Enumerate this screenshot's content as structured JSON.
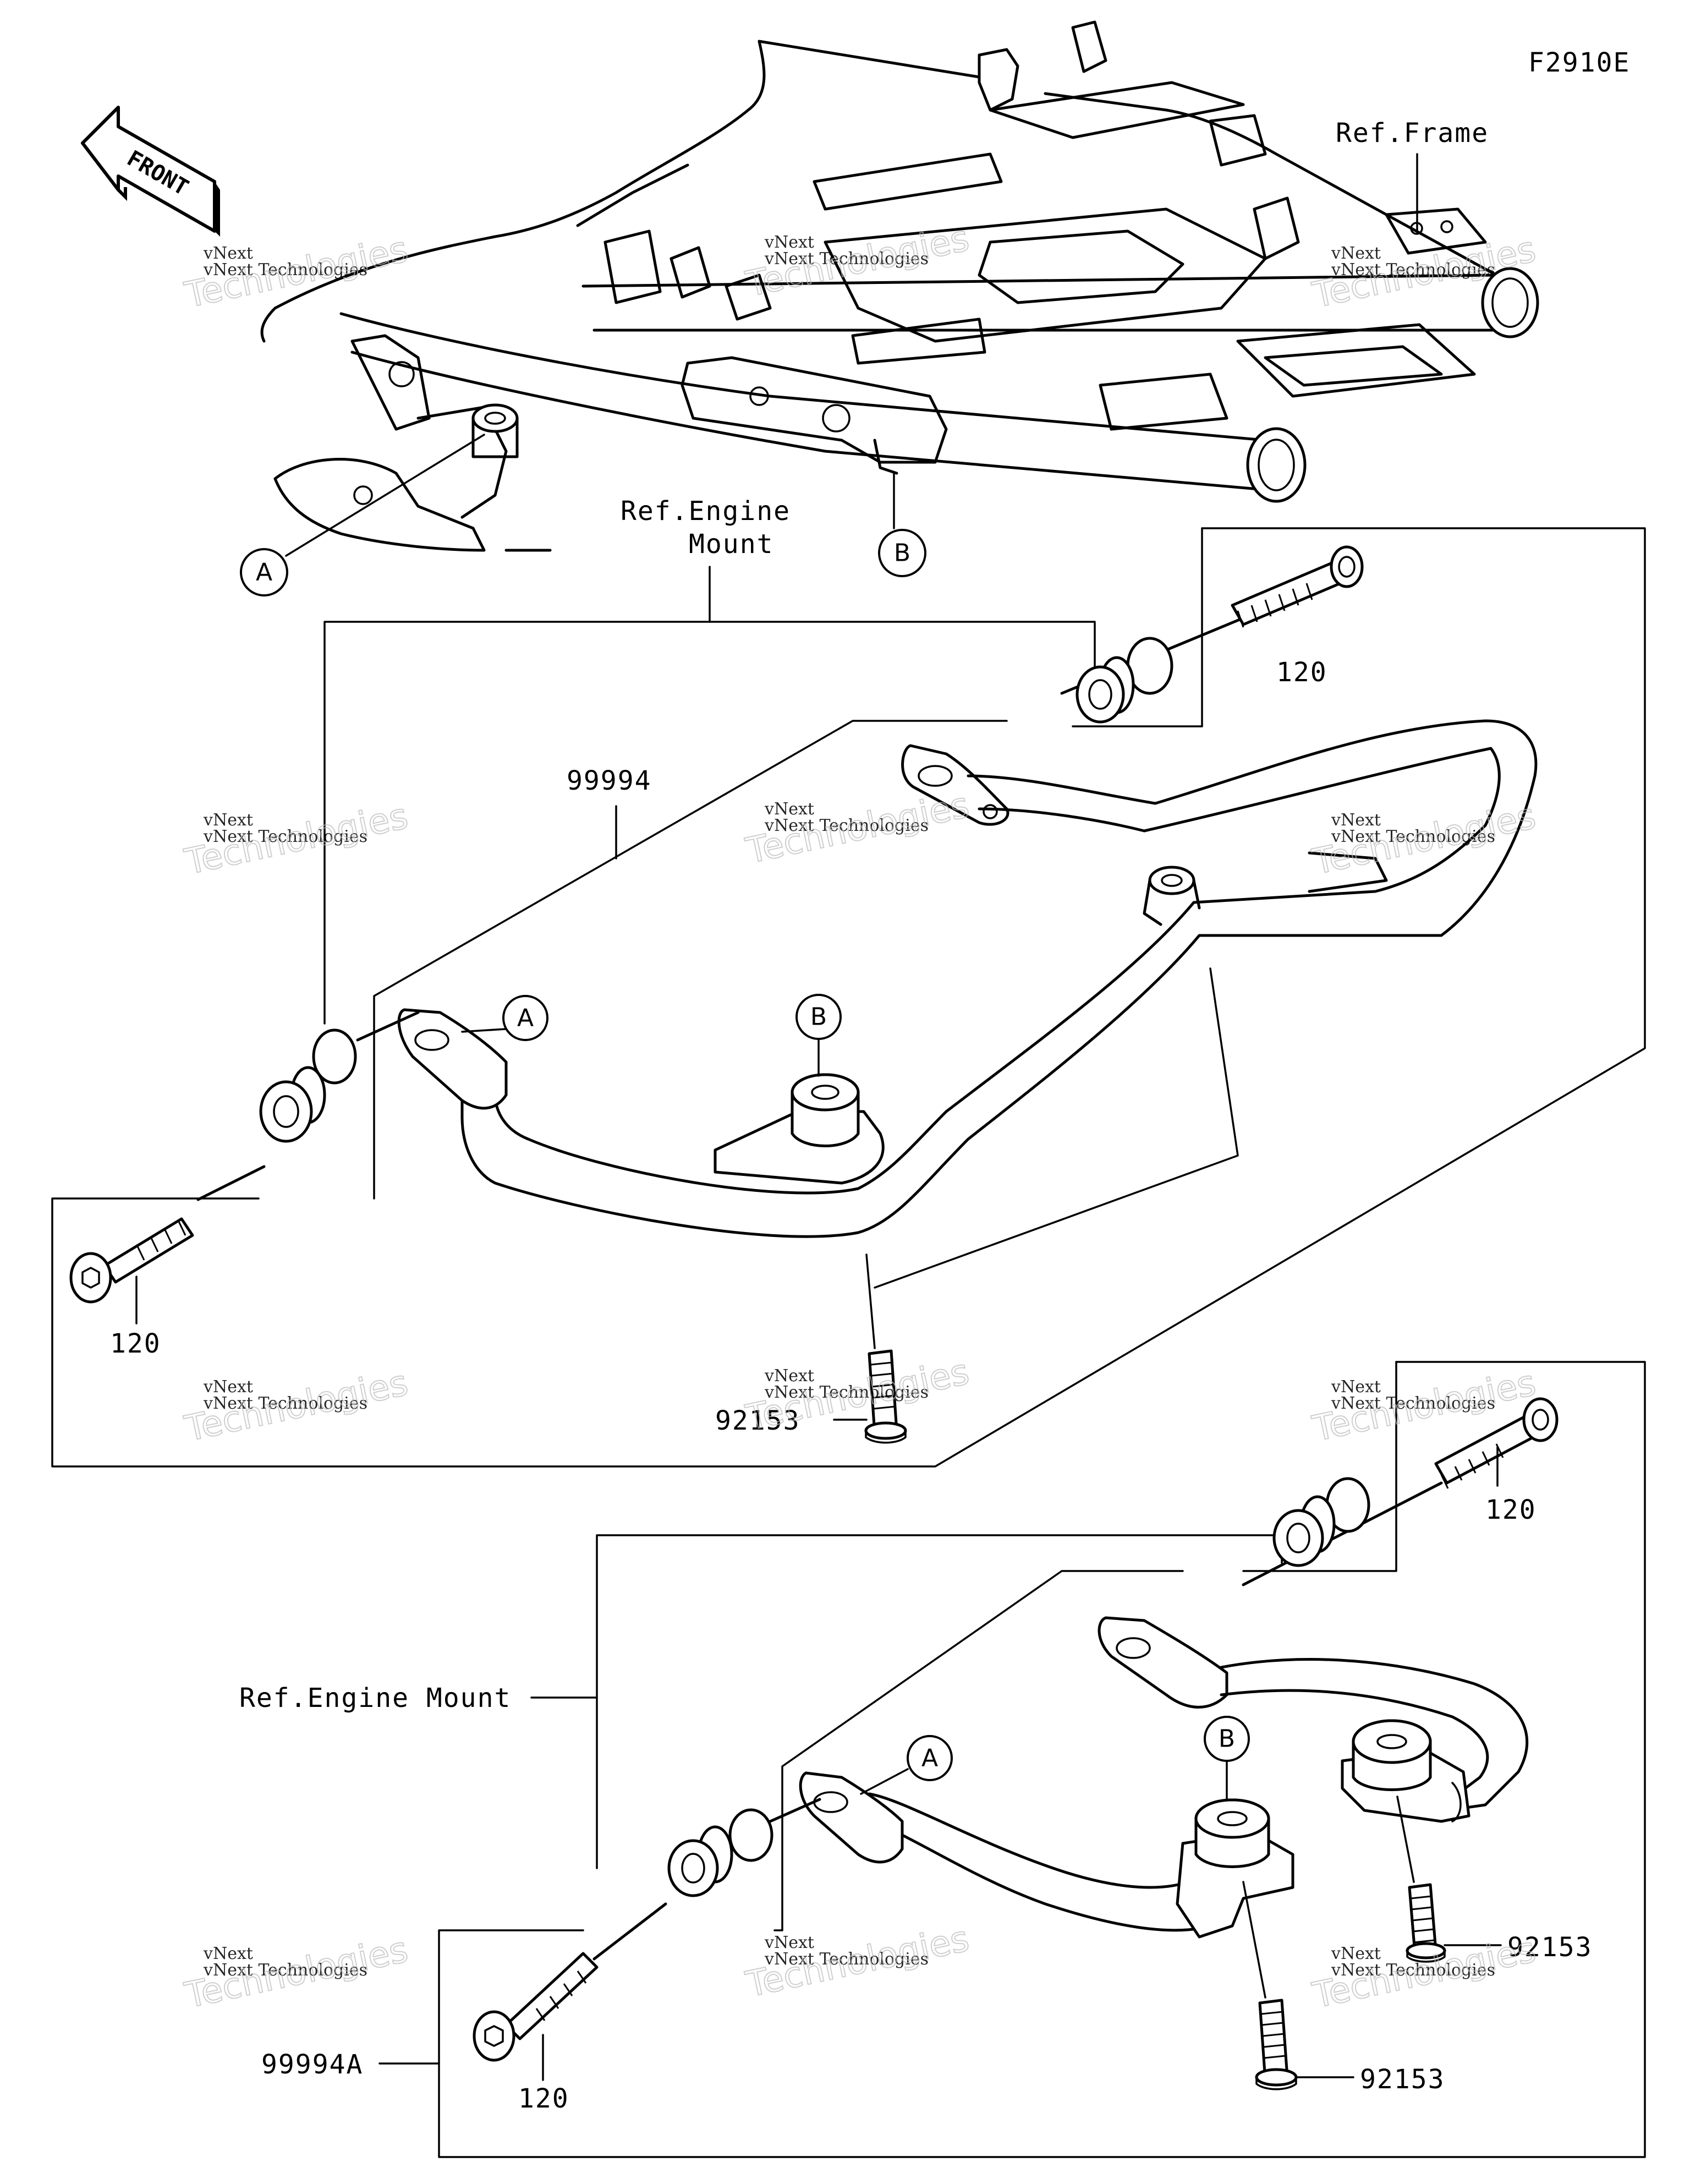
{
  "figure_code": "F2910E",
  "orientation": {
    "front_label": "FRONT"
  },
  "references": {
    "frame": "Ref.Frame",
    "engine_mount_top_line1": "Ref.Engine",
    "engine_mount_top_line2": "Mount",
    "engine_mount_bottom": "Ref.Engine Mount"
  },
  "callouts": {
    "a": "A",
    "b": "B"
  },
  "part_numbers": {
    "bolt": "120",
    "guard_assembly": "99994",
    "guard_assembly_alt": "99994A",
    "screw": "92153"
  },
  "watermark": {
    "line1": "vNext Technologies",
    "line2": "Technologies",
    "line3": "vNext"
  }
}
